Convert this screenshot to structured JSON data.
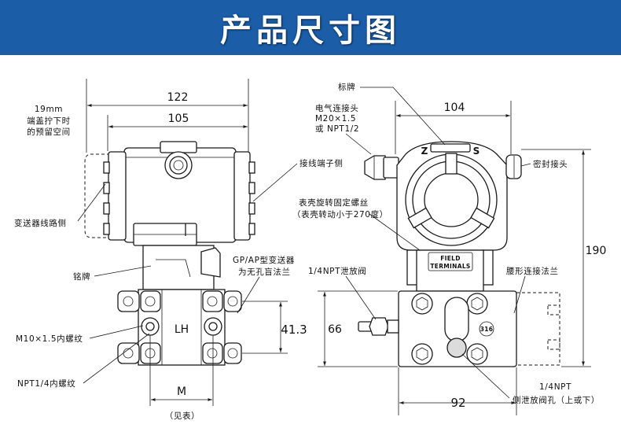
{
  "header": {
    "title": "产品尺寸图"
  },
  "colors": {
    "banner": "#1b5da7",
    "title_text": "#ffffff",
    "drawing_line": "#1a1a1a"
  },
  "side_view": {
    "dim_overall_width": "122",
    "dim_housing_width": "105",
    "cap_clearance_note": [
      "19mm",
      "端盖拧下时",
      "的预留空间"
    ],
    "label_terminal_side": "接线端子侧",
    "label_electronics_side": "变送器线路侧",
    "label_nameplate": "铭牌",
    "label_blind_flange": [
      "GP/AP型变送器",
      "为无孔盲法兰"
    ],
    "label_m10_thread": "M10×1.5内螺纹",
    "label_npt_thread": "NPT1/4内螺纹",
    "flange_mark": "LH",
    "dim_bolt_spacing": "41.3",
    "dim_port_spacing": "M",
    "dim_port_spacing_note": "（见表）"
  },
  "front_view": {
    "label_tag_plate": "标牌",
    "label_electrical_connection": [
      "电气连接头",
      "M20×1.5",
      "或 NPT1/2"
    ],
    "dim_housing_width": "104",
    "label_seal_fitting": "密封接头",
    "housing_marks": [
      "Z",
      "S"
    ],
    "label_housing_screw": [
      "表壳旋转固定螺丝",
      "（表壳转动小于270度）"
    ],
    "terminal_plate": [
      "FIELD",
      "TERMINALS"
    ],
    "label_vent_valve": "1/4NPT泄放阀",
    "label_oval_flange": "腰形连接法兰",
    "flange_material_mark": "316",
    "dim_overall_height": "190",
    "dim_flange_height": "66",
    "dim_flange_width": "92",
    "label_side_vent": [
      "1/4NPT",
      "侧泄放阀孔（上或下）"
    ]
  }
}
